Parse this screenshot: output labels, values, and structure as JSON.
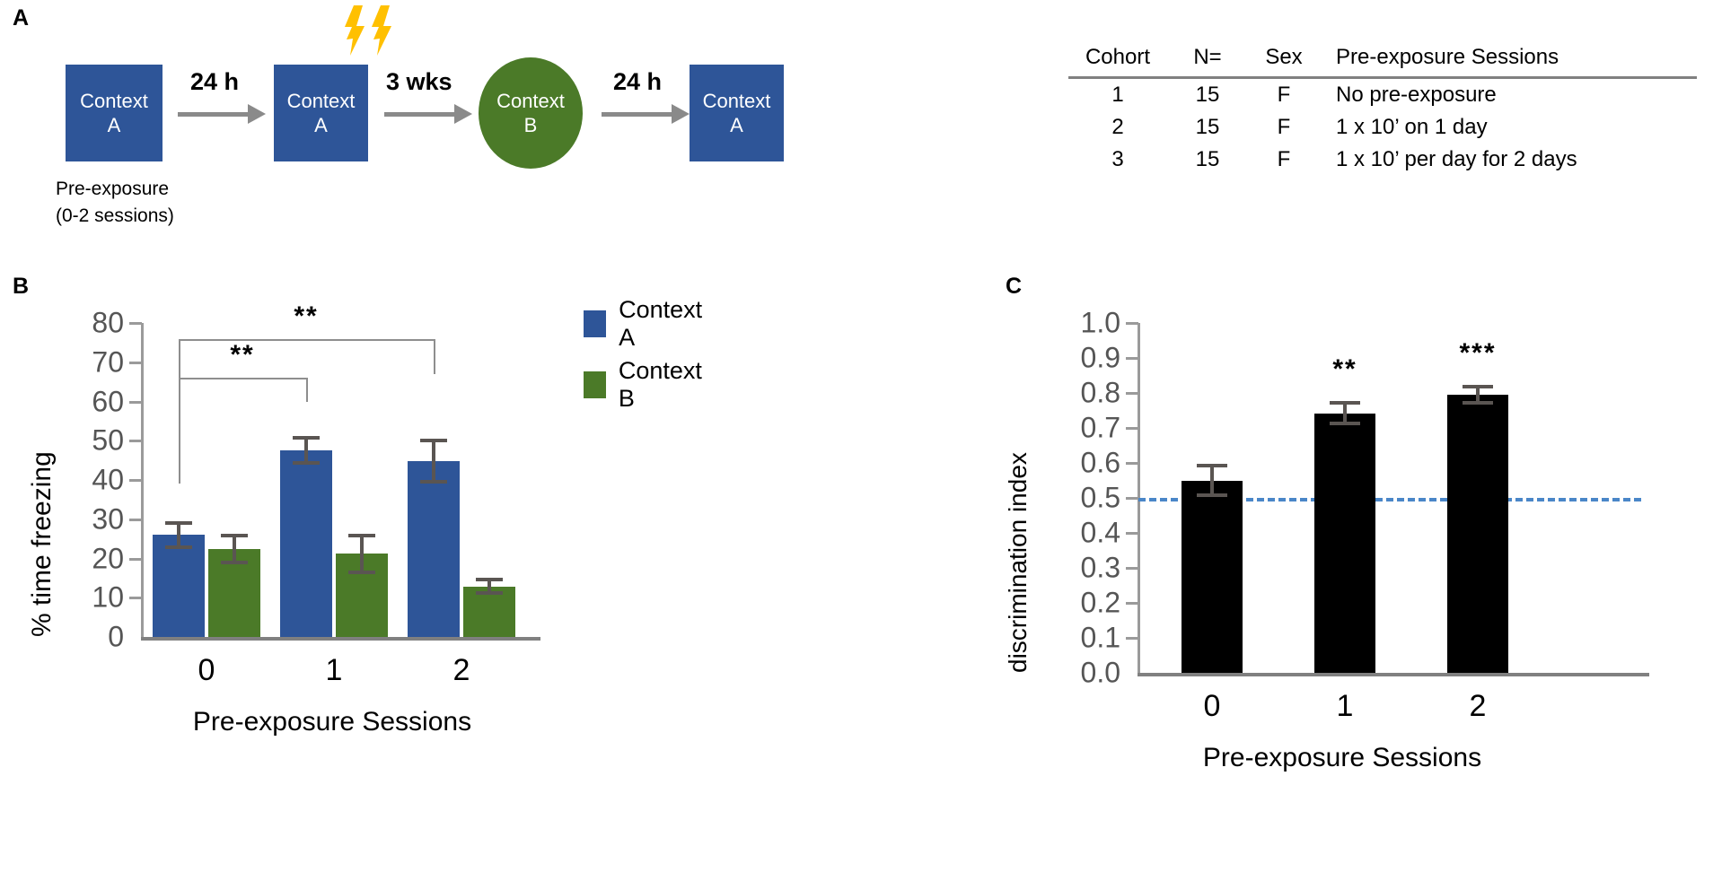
{
  "panels": {
    "a": {
      "letter": "A"
    },
    "b": {
      "letter": "B"
    },
    "c": {
      "letter": "C"
    }
  },
  "timeline": {
    "steps": [
      {
        "id": "ctx-a-1",
        "line1": "Context",
        "line2": "A",
        "shape": "rect",
        "color": "#2e5598"
      },
      {
        "id": "ctx-a-2",
        "line1": "Context",
        "line2": "A",
        "shape": "rect",
        "color": "#2e5598"
      },
      {
        "id": "ctx-b",
        "line1": "Context",
        "line2": "B",
        "shape": "circle",
        "color": "#4b7a28"
      },
      {
        "id": "ctx-a-3",
        "line1": "Context",
        "line2": "A",
        "shape": "rect",
        "color": "#2e5598"
      }
    ],
    "arrows": [
      {
        "label": "24 h"
      },
      {
        "label": "3 wks"
      },
      {
        "label": "24 h"
      }
    ],
    "shock_icon": "lightning-bolt-icon",
    "caption": "Pre-exposure\n(0-2 sessions)"
  },
  "cohort_table": {
    "headers": [
      "Cohort",
      "N=",
      "Sex",
      "Pre-exposure  Sessions"
    ],
    "rows": [
      [
        "1",
        "15",
        "F",
        "No pre-exposure"
      ],
      [
        "2",
        "15",
        "F",
        "1 x 10’ on 1 day"
      ],
      [
        "3",
        "15",
        "F",
        "1 x 10’ per day for 2 days"
      ]
    ]
  },
  "chart_data": [
    {
      "id": "panel-b",
      "type": "bar",
      "title": "",
      "xlabel": "Pre-exposure Sessions",
      "ylabel": "% time freezing",
      "categories": [
        "0",
        "1",
        "2"
      ],
      "ylim": [
        0,
        80
      ],
      "yticks": [
        0,
        10,
        20,
        30,
        40,
        50,
        60,
        70,
        80
      ],
      "grid": false,
      "legend_position": "top-right",
      "series": [
        {
          "name": "Context A",
          "color": "#2e5598",
          "values": [
            26.0,
            47.6,
            44.8
          ],
          "errors": [
            3.5,
            3.7,
            5.8
          ]
        },
        {
          "name": "Context B",
          "color": "#4b7a28",
          "values": [
            22.4,
            21.2,
            12.9
          ],
          "errors": [
            3.8,
            5.2,
            2.1
          ]
        }
      ],
      "annotations": [
        {
          "label": "**",
          "from": "0",
          "to": "1",
          "series": "Context A"
        },
        {
          "label": "**",
          "from": "0",
          "to": "2",
          "series": "Context A"
        }
      ]
    },
    {
      "id": "panel-c",
      "type": "bar",
      "title": "",
      "xlabel": "Pre-exposure Sessions",
      "ylabel": "discrimination index",
      "categories": [
        "0",
        "1",
        "2"
      ],
      "ylim": [
        0.0,
        1.0
      ],
      "yticks": [
        "0.0",
        "0.1",
        "0.2",
        "0.3",
        "0.4",
        "0.5",
        "0.6",
        "0.7",
        "0.8",
        "0.9",
        "1.0"
      ],
      "grid": false,
      "reference_line": {
        "value": 0.5,
        "style": "dashed",
        "color": "#4a86c8"
      },
      "series": [
        {
          "name": "discrimination index",
          "color": "#000000",
          "values": [
            0.55,
            0.742,
            0.795
          ],
          "errors": [
            0.048,
            0.035,
            0.028
          ]
        }
      ],
      "annotations": [
        {
          "label": "**",
          "category": "1"
        },
        {
          "label": "***",
          "category": "2"
        }
      ]
    }
  ]
}
